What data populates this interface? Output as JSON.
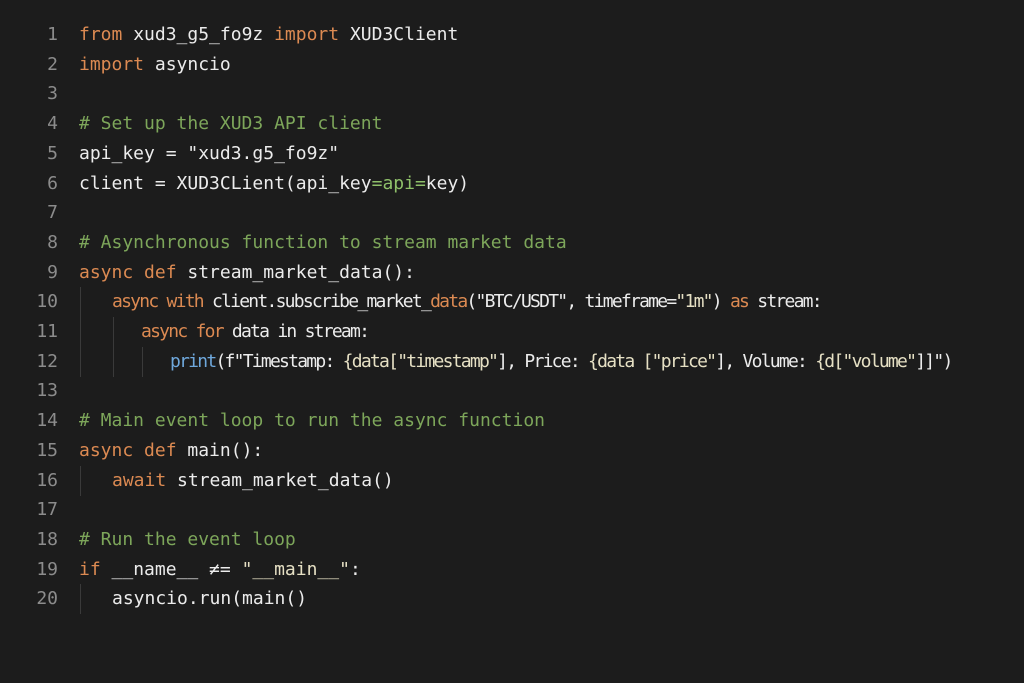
{
  "colors": {
    "background": "#1c1c1c",
    "keyword": "#dc8a52",
    "comment": "#7da65a",
    "function": "#6fa8dc",
    "line_number": "#8c8c8c"
  },
  "lines": [
    {
      "n": "1",
      "indent": 0,
      "tokens": [
        [
          "from",
          "kw"
        ],
        [
          " xud3_g5_fo9z ",
          "tx"
        ],
        [
          "import",
          "kw"
        ],
        [
          " XUD3Client",
          "tx"
        ]
      ]
    },
    {
      "n": "2",
      "indent": 0,
      "tokens": [
        [
          "import",
          "kw"
        ],
        [
          " asyncio",
          "tx"
        ]
      ]
    },
    {
      "n": "3",
      "indent": 0,
      "tokens": []
    },
    {
      "n": "4",
      "indent": 0,
      "tokens": [
        [
          "# Set up the XUD3 API client",
          "cm"
        ]
      ]
    },
    {
      "n": "5",
      "indent": 0,
      "tokens": [
        [
          "api_key = ",
          "tx"
        ],
        [
          "\"xud3.g5_fo9z\"",
          "tx"
        ]
      ]
    },
    {
      "n": "6",
      "indent": 0,
      "tokens": [
        [
          "client = XUD3CLient(api_key",
          "tx"
        ],
        [
          "=api=",
          "gr"
        ],
        [
          "key)",
          "tx"
        ]
      ]
    },
    {
      "n": "7",
      "indent": 0,
      "tokens": []
    },
    {
      "n": "8",
      "indent": 0,
      "tokens": [
        [
          "# Asynchronous function to stream market data",
          "cm"
        ]
      ]
    },
    {
      "n": "9",
      "indent": 0,
      "tokens": [
        [
          "async def",
          "kw"
        ],
        [
          " stream_market_data():",
          "tx"
        ]
      ]
    },
    {
      "n": "10",
      "indent": 1,
      "cond": true,
      "tokens": [
        [
          "async with",
          "kw"
        ],
        [
          " client.subscribe_market_",
          "tx"
        ],
        [
          "data",
          "kw"
        ],
        [
          "(\"BTC/USDT\", timeframe=",
          "tx"
        ],
        [
          "\"1m\"",
          "st"
        ],
        [
          ") ",
          "tx"
        ],
        [
          "as",
          "kw"
        ],
        [
          " stream:",
          "tx"
        ]
      ]
    },
    {
      "n": "11",
      "indent": 2,
      "cond": true,
      "tokens": [
        [
          "async for",
          "kw"
        ],
        [
          " data in stream:",
          "tx"
        ]
      ]
    },
    {
      "n": "12",
      "indent": 3,
      "cond": true,
      "tokens": [
        [
          "print",
          "fn"
        ],
        [
          "(f\"Timestamp: ",
          "tx"
        ],
        [
          "{data[",
          "st"
        ],
        [
          "\"timestamp\"",
          "st"
        ],
        [
          "], Price: ",
          "tx"
        ],
        [
          "{data [",
          "st"
        ],
        [
          "\"price\"",
          "st"
        ],
        [
          "], Volume: ",
          "tx"
        ],
        [
          "{d[",
          "st"
        ],
        [
          "\"volume\"",
          "st"
        ],
        [
          "]]\")",
          "tx"
        ]
      ]
    },
    {
      "n": "13",
      "indent": 0,
      "tokens": []
    },
    {
      "n": "14",
      "indent": 0,
      "tokens": [
        [
          "# Main event loop to run the async function",
          "cm"
        ]
      ]
    },
    {
      "n": "15",
      "indent": 0,
      "tokens": [
        [
          "async def",
          "kw"
        ],
        [
          " main():",
          "tx"
        ]
      ]
    },
    {
      "n": "16",
      "indent": 1,
      "tokens": [
        [
          "await",
          "kw"
        ],
        [
          " stream_market_data()",
          "tx"
        ]
      ]
    },
    {
      "n": "17",
      "indent": 0,
      "tokens": []
    },
    {
      "n": "18",
      "indent": 0,
      "tokens": [
        [
          "# Run the event loop",
          "cm"
        ]
      ]
    },
    {
      "n": "19",
      "indent": 0,
      "tokens": [
        [
          "if",
          "kw"
        ],
        [
          " __name__ ≠= ",
          "tx"
        ],
        [
          "\"__main__\"",
          "st"
        ],
        [
          ":",
          "tx"
        ]
      ]
    },
    {
      "n": "20",
      "indent": 1,
      "tokens": [
        [
          "asyncio.run(main()",
          "tx"
        ]
      ]
    }
  ]
}
